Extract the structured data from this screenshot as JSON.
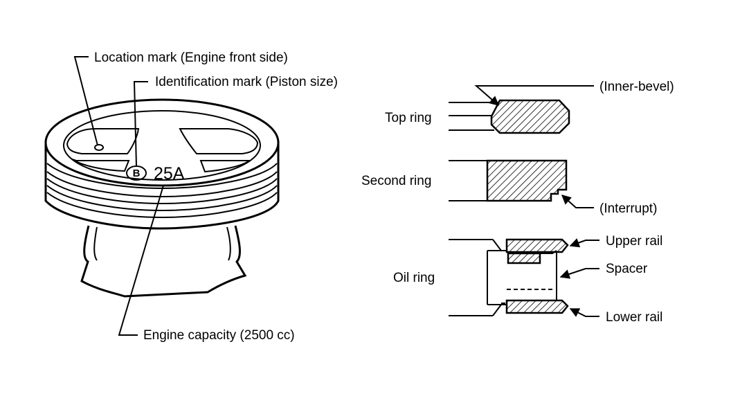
{
  "piston": {
    "labels": {
      "location_mark": "Location mark (Engine front side)",
      "identification_mark": "Identification mark (Piston size)",
      "engine_capacity": "Engine capacity (2500 cc)"
    },
    "stamp": {
      "letter": "B",
      "code": "25A"
    }
  },
  "rings": {
    "labels": {
      "top_ring": "Top ring",
      "second_ring": "Second ring",
      "oil_ring": "Oil ring",
      "inner_bevel": "(Inner-bevel)",
      "interrupt": "(Interrupt)",
      "upper_rail": "Upper rail",
      "spacer": "Spacer",
      "lower_rail": "Lower rail"
    }
  }
}
